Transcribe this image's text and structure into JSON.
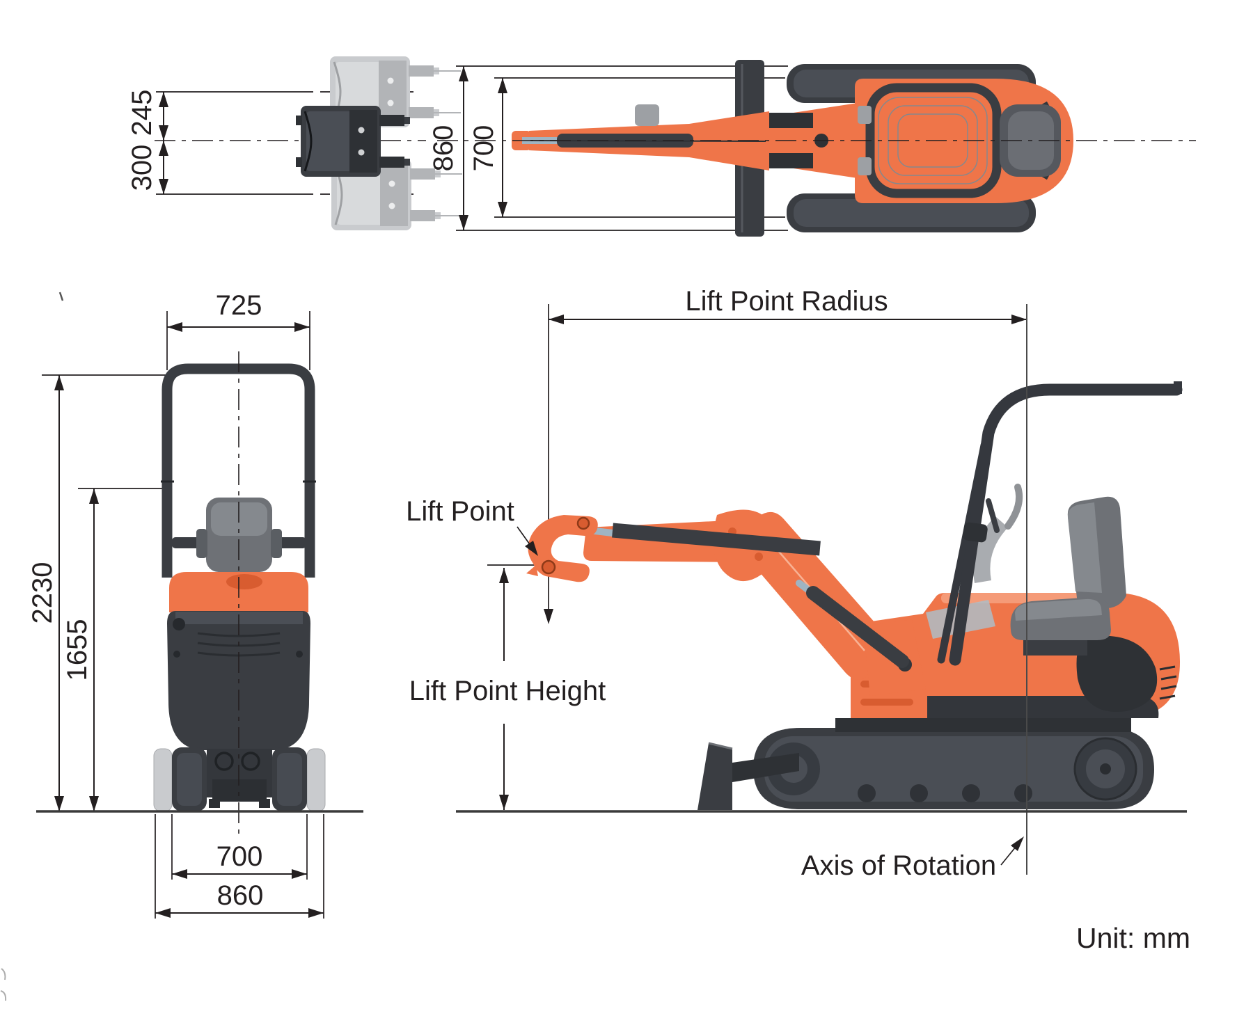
{
  "unit_label": "Unit: mm",
  "views": {
    "bucket_offset_top_view": {
      "dims": {
        "upper_offset": "245",
        "lower_offset": "300"
      }
    },
    "machine_top_view": {
      "dims": {
        "overall_width": "860",
        "inner_width": "700"
      }
    },
    "front_view": {
      "dims": {
        "canopy_width": "725",
        "overall_height": "2230",
        "mid_height": "1655",
        "track_gauge": "700",
        "overall_track_width": "860"
      }
    },
    "side_view": {
      "labels": {
        "lift_point_radius": "Lift Point Radius",
        "lift_point": "Lift Point",
        "lift_point_height": "Lift Point Height",
        "axis_of_rotation": "Axis of Rotation"
      }
    }
  },
  "colors": {
    "orange": "#EF7549",
    "orange_dark": "#D85C30",
    "orange_light": "#F59B78",
    "dark": "#3A3D42",
    "dark2": "#2E3135",
    "steel": "#4A4E55",
    "seat_gray": "#6E7176",
    "seat_gray_light": "#85898E",
    "gray_pad": "#9DA0A4",
    "ghost": "#C9CBCE",
    "ghost_light": "#D8DADC",
    "ghost_dark": "#B2B4B7",
    "rod": "#9FB4C2",
    "line": "#231F20",
    "thin_line": "#4A4A4A",
    "ground": "#3A3A3A"
  }
}
